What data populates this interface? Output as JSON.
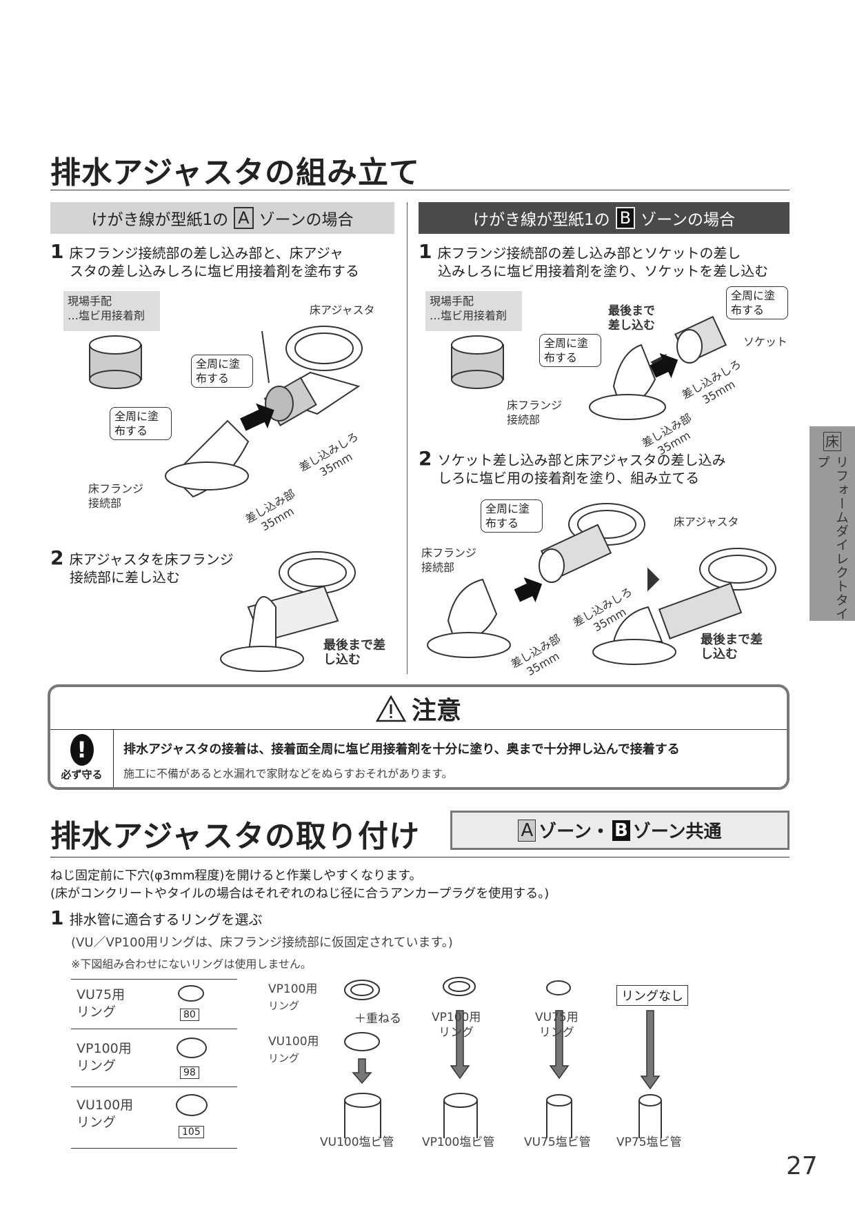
{
  "assembly": {
    "title": "排水アジャスタの組み立て",
    "zone_a": {
      "prefix": "けがき線が型紙1の",
      "zone": "A",
      "suffix": "ゾーンの場合",
      "step1": {
        "num": "1",
        "line1": "床フランジ接続部の差し込み部と、床アジャ",
        "line2": "スタの差し込みしろに塩ビ用接着剤を塗布する"
      },
      "site_supplied": "現場手配",
      "adhesive": "…塩ビ用接着剤",
      "floor_adjuster": "床アジャスタ",
      "apply_all": "全周に塗布する",
      "insert_margin": "差し込みしろ",
      "insert_margin_val": "35mm",
      "insert_part": "差し込み部",
      "insert_part_val": "35mm",
      "flange": "床フランジ接続部",
      "step2": {
        "num": "2",
        "line1": "床アジャスタを床フランジ",
        "line2": "接続部に差し込む"
      },
      "push_fully": "最後まで差し込む"
    },
    "zone_b": {
      "prefix": "けがき線が型紙1の",
      "zone": "B",
      "suffix": "ゾーンの場合",
      "step1": {
        "num": "1",
        "line1": "床フランジ接続部の差し込み部とソケットの差し",
        "line2": "込みしろに塩ビ用接着剤を塗り、ソケットを差し込む"
      },
      "site_supplied": "現場手配",
      "adhesive": "…塩ビ用接着剤",
      "push_fully": "最後まで差し込む",
      "apply_all": "全周に塗布する",
      "socket": "ソケット",
      "insert_margin": "差し込みしろ",
      "insert_margin_val": "35mm",
      "insert_part": "差し込み部",
      "insert_part_val": "35mm",
      "flange": "床フランジ接続部",
      "step2": {
        "num": "2",
        "line1": "ソケット差し込み部と床アジャスタの差し込み",
        "line2": "しろに塩ビ用の接着剤を塗り、組み立てる"
      },
      "floor_adjuster": "床アジャスタ"
    }
  },
  "caution": {
    "title": "注意",
    "badge": "必ず守る",
    "main": "排水アジャスタの接着は、接着面全周に塩ビ用接着剤を十分に塗り、奥まで十分押し込んで接着する",
    "sub": "施工に不備があると水漏れで家財などをぬらすおそれがあります。"
  },
  "install": {
    "title": "排水アジャスタの取り付け",
    "zone_a": "A",
    "zone_b": "B",
    "zone_text": "ゾーン・",
    "zone_text2": "ゾーン共通",
    "note1": "ねじ固定前に下穴(φ3mm程度)を開けると作業しやすくなります。",
    "note2": "(床がコンクリートやタイルの場合はそれぞれのねじ径に合うアンカープラグを使用する。)",
    "step1": {
      "num": "1",
      "text": "排水管に適合するリングを選ぶ",
      "paren": "(VU／VP100用リングは、床フランジ接続部に仮固定されています。)",
      "note": "※下図組み合わせにないリングは使用しません。"
    },
    "rings": [
      {
        "name": "VU75用",
        "sub": "リング",
        "size": "80"
      },
      {
        "name": "VP100用",
        "sub": "リング",
        "size": "98"
      },
      {
        "name": "VU100用",
        "sub": "リング",
        "size": "105"
      }
    ],
    "combo": {
      "vp100": "VP100用",
      "vp100_sub": "リング",
      "stack": "＋重ねる",
      "vu100": "VU100用",
      "vu100_sub": "リング",
      "vp100b": "VP100用",
      "vp100b_sub": "リング",
      "vu75": "VU75用",
      "vu75_sub": "リング",
      "none": "リングなし",
      "pipes": [
        "VU100塩ビ管",
        "VP100塩ビ管",
        "VU75塩ビ管",
        "VP75塩ビ管"
      ]
    }
  },
  "side_tab": {
    "box": "床",
    "text": "リフォームダイレクトタイプ"
  },
  "page_number": "27"
}
